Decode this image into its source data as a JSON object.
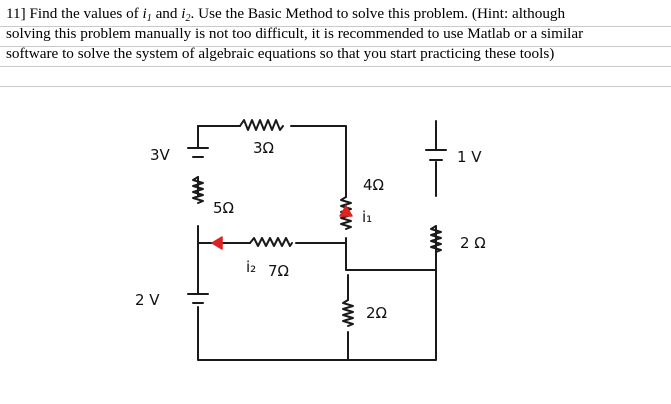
{
  "problem": {
    "line1_a": "11] Find the values of ",
    "var1": "i",
    "sub1": "1",
    "and": " and ",
    "var2": "i",
    "sub2": "2",
    "line1_b": ". Use the Basic Method to solve this problem. (Hint: although",
    "line2": "solving this problem manually is not too difficult, it is recommended to use Matlab or a similar",
    "line3": "software to solve the system of algebraic equations so that you start practicing these tools)"
  },
  "circuit": {
    "source_top_left": "3V",
    "source_bottom_left": "2 V",
    "source_right": "1 V",
    "r_top": "3Ω",
    "r_left": "5Ω",
    "r_middle": "7Ω",
    "r_center_top": "4Ω",
    "r_center_bottom": "2Ω",
    "r_right": "2 Ω",
    "current1": "i₁",
    "current2": "i₂"
  }
}
